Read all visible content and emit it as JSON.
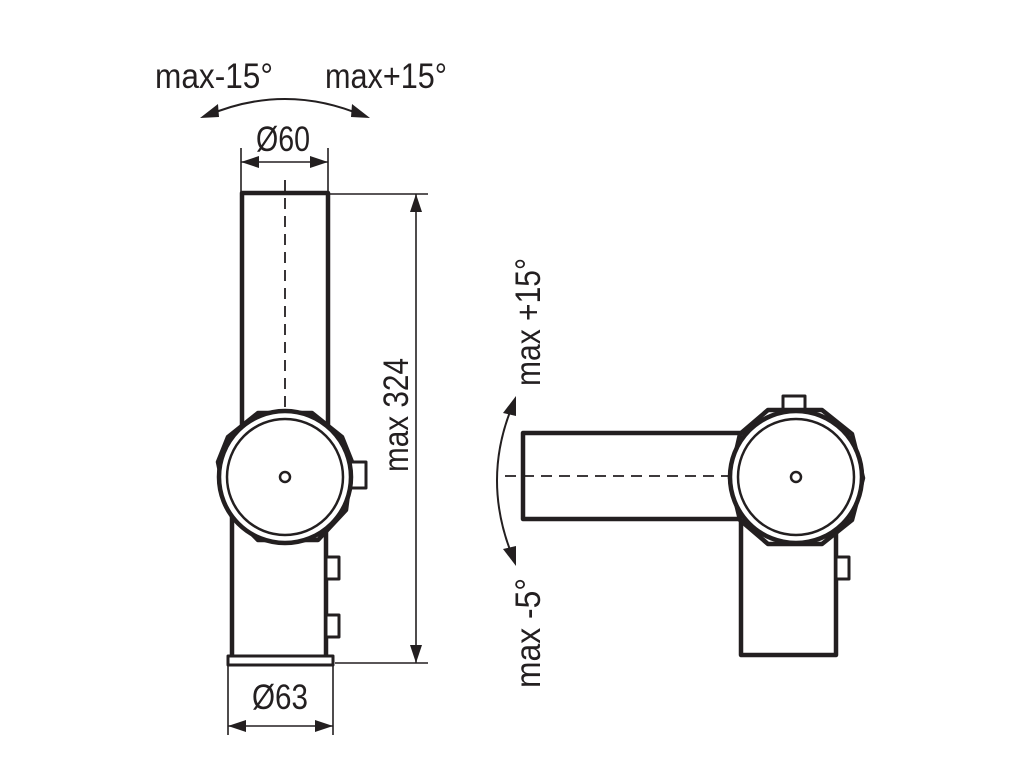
{
  "labels": {
    "tilt_minus": "max-15°",
    "tilt_plus": "max+15°",
    "top_diameter": "Ø60",
    "height": "max 324",
    "bottom_diameter": "Ø63",
    "arm_plus": "max +15°",
    "arm_minus": "max -5°"
  }
}
